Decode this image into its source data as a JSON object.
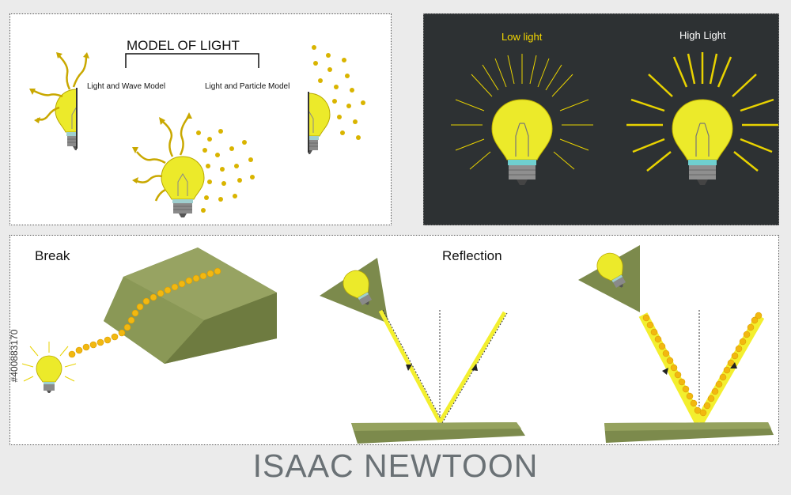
{
  "model_panel": {
    "title": "MODEL OF LIGHT",
    "wave_label": "Light and Wave Model",
    "particle_label": "Light and Particle Model"
  },
  "intensity_panel": {
    "low_label": "Low light",
    "high_label": "High Light"
  },
  "bottom_panel": {
    "break_label": "Break",
    "reflection_label": "Reflection"
  },
  "footer": {
    "title": "ISAAC NEWTOON"
  },
  "watermark": {
    "stock_id": "#400883170"
  },
  "colors": {
    "bulb_yellow": "#ecea2a",
    "dot_yellow": "#d9b400",
    "olive": "#7c8a4c",
    "dark_panel": "#2d3133",
    "beam_yellow": "#f3ef2e",
    "footer_gray": "#6a7175"
  }
}
